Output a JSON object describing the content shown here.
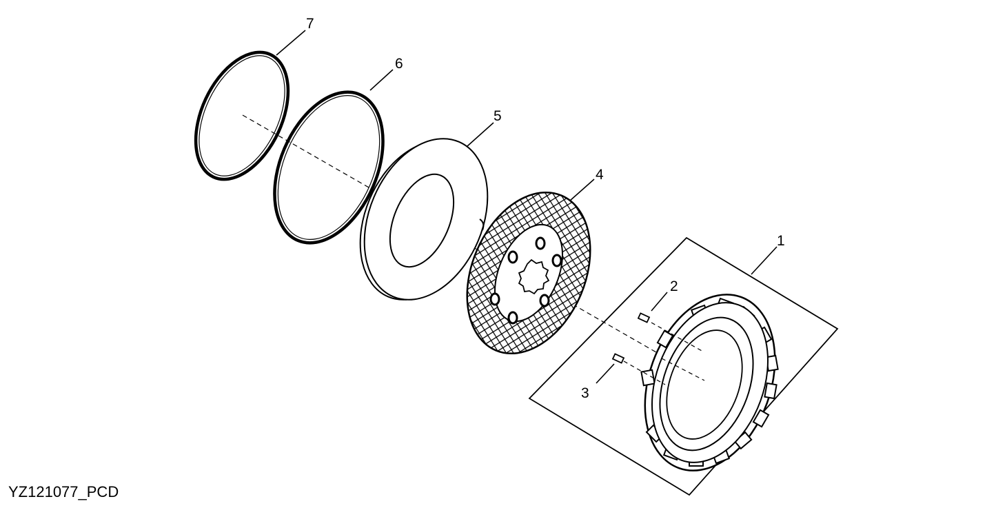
{
  "figure": {
    "reference_code": "YZ121077_PCD",
    "line_color": "#000000",
    "background_color": "#ffffff",
    "callouts": [
      {
        "id": "1",
        "part": "kit-assembly-box"
      },
      {
        "id": "2",
        "part": "pin-upper"
      },
      {
        "id": "3",
        "part": "pin-lower"
      },
      {
        "id": "4",
        "part": "friction-disc"
      },
      {
        "id": "5",
        "part": "steel-plate"
      },
      {
        "id": "6",
        "part": "seal-ring-inner"
      },
      {
        "id": "7",
        "part": "seal-ring-outer"
      }
    ]
  }
}
